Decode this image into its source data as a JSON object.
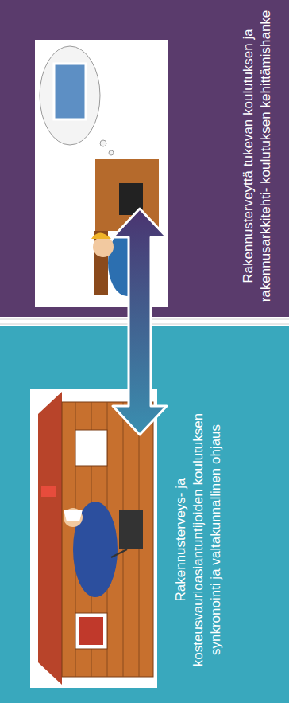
{
  "diagram": {
    "nodes": [
      {
        "text": [
          "Rakennusterveys- ja kosteusvaurioasiantuntijoiden koulutuksen synkronointi ja valtakunnallinen ohjaus"
        ]
      },
      {
        "text": [
          "Rakennusterveyttä tukevan koulutuksen ja rakennusarkkitehti- koulutuksen kehittämishanke"
        ]
      }
    ],
    "edges": [
      {
        "from": 0,
        "to": 1,
        "arrow": "both"
      }
    ]
  }
}
